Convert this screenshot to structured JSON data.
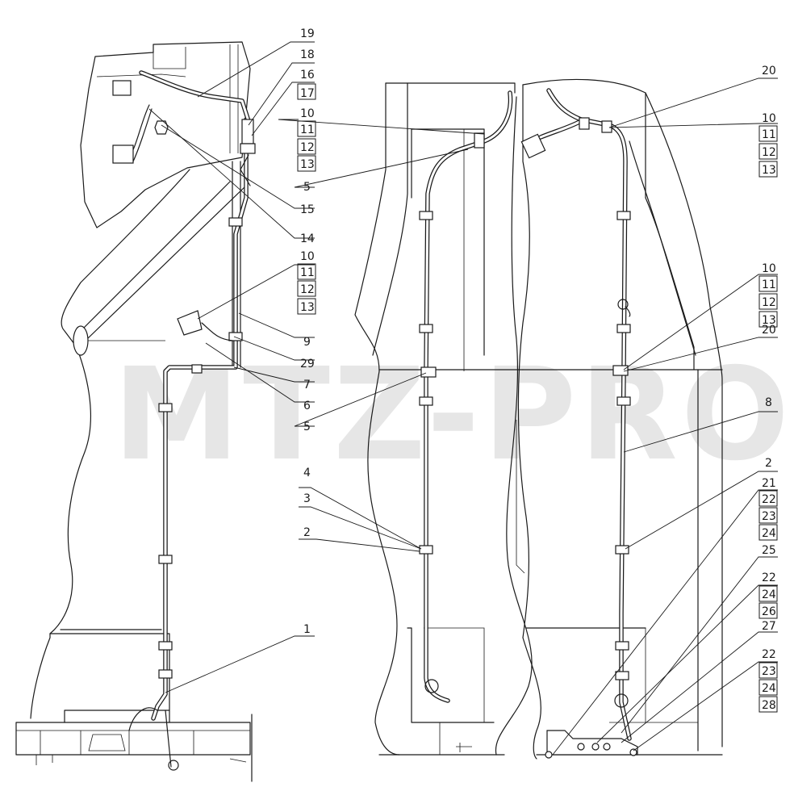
{
  "watermark": "MTZ-PRO",
  "callouts": [
    {
      "id": "c19",
      "label": "19",
      "boxed": false
    },
    {
      "id": "c18",
      "label": "18",
      "boxed": false
    },
    {
      "id": "c16",
      "label": "16",
      "boxed": false
    },
    {
      "id": "c17",
      "label": "17",
      "boxed": true
    },
    {
      "id": "c10a",
      "label": "10",
      "boxed": false
    },
    {
      "id": "c11a",
      "label": "11",
      "boxed": true
    },
    {
      "id": "c12a",
      "label": "12",
      "boxed": true
    },
    {
      "id": "c13a",
      "label": "13",
      "boxed": true
    },
    {
      "id": "c5a",
      "label": "5",
      "boxed": false
    },
    {
      "id": "c15",
      "label": "15",
      "boxed": false
    },
    {
      "id": "c14",
      "label": "14",
      "boxed": false
    },
    {
      "id": "c10b",
      "label": "10",
      "boxed": false
    },
    {
      "id": "c11b",
      "label": "11",
      "boxed": true
    },
    {
      "id": "c12b",
      "label": "12",
      "boxed": true
    },
    {
      "id": "c13b",
      "label": "13",
      "boxed": true
    },
    {
      "id": "c9",
      "label": "9",
      "boxed": false
    },
    {
      "id": "c29",
      "label": "29",
      "boxed": false
    },
    {
      "id": "c7",
      "label": "7",
      "boxed": false
    },
    {
      "id": "c6",
      "label": "6",
      "boxed": false
    },
    {
      "id": "c5b",
      "label": "5",
      "boxed": false
    },
    {
      "id": "c4",
      "label": "4",
      "boxed": false
    },
    {
      "id": "c3",
      "label": "3",
      "boxed": false
    },
    {
      "id": "c2a",
      "label": "2",
      "boxed": false
    },
    {
      "id": "c1",
      "label": "1",
      "boxed": false
    },
    {
      "id": "c20a",
      "label": "20",
      "boxed": false
    },
    {
      "id": "c10c",
      "label": "10",
      "boxed": false
    },
    {
      "id": "c11c",
      "label": "11",
      "boxed": true
    },
    {
      "id": "c12c",
      "label": "12",
      "boxed": true
    },
    {
      "id": "c13c",
      "label": "13",
      "boxed": true
    },
    {
      "id": "c10d",
      "label": "10",
      "boxed": false
    },
    {
      "id": "c11d",
      "label": "11",
      "boxed": true
    },
    {
      "id": "c12d",
      "label": "12",
      "boxed": true
    },
    {
      "id": "c13d",
      "label": "13",
      "boxed": true
    },
    {
      "id": "c20b",
      "label": "20",
      "boxed": false
    },
    {
      "id": "c8",
      "label": "8",
      "boxed": false
    },
    {
      "id": "c2b",
      "label": "2",
      "boxed": false
    },
    {
      "id": "c21",
      "label": "21",
      "boxed": false
    },
    {
      "id": "c22a",
      "label": "22",
      "boxed": true
    },
    {
      "id": "c23a",
      "label": "23",
      "boxed": true
    },
    {
      "id": "c24a",
      "label": "24",
      "boxed": true
    },
    {
      "id": "c25",
      "label": "25",
      "boxed": false
    },
    {
      "id": "c22b",
      "label": "22",
      "boxed": false
    },
    {
      "id": "c24b",
      "label": "24",
      "boxed": true
    },
    {
      "id": "c26",
      "label": "26",
      "boxed": true
    },
    {
      "id": "c27",
      "label": "27",
      "boxed": false
    },
    {
      "id": "c22c",
      "label": "22",
      "boxed": false
    },
    {
      "id": "c23c",
      "label": "23",
      "boxed": true
    },
    {
      "id": "c24c",
      "label": "24",
      "boxed": true
    },
    {
      "id": "c28",
      "label": "28",
      "boxed": true
    }
  ]
}
